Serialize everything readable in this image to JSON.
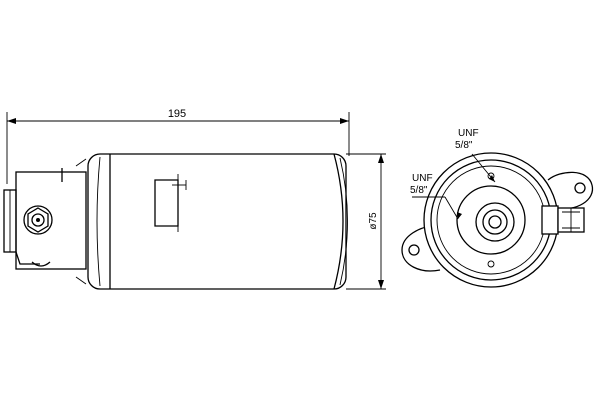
{
  "dimensions": {
    "length": "195",
    "diameter": "ø75"
  },
  "thread_labels": {
    "top": {
      "line1": "UNF",
      "line2": "5/8\""
    },
    "left": {
      "line1": "UNF",
      "line2": "5/8\""
    }
  }
}
